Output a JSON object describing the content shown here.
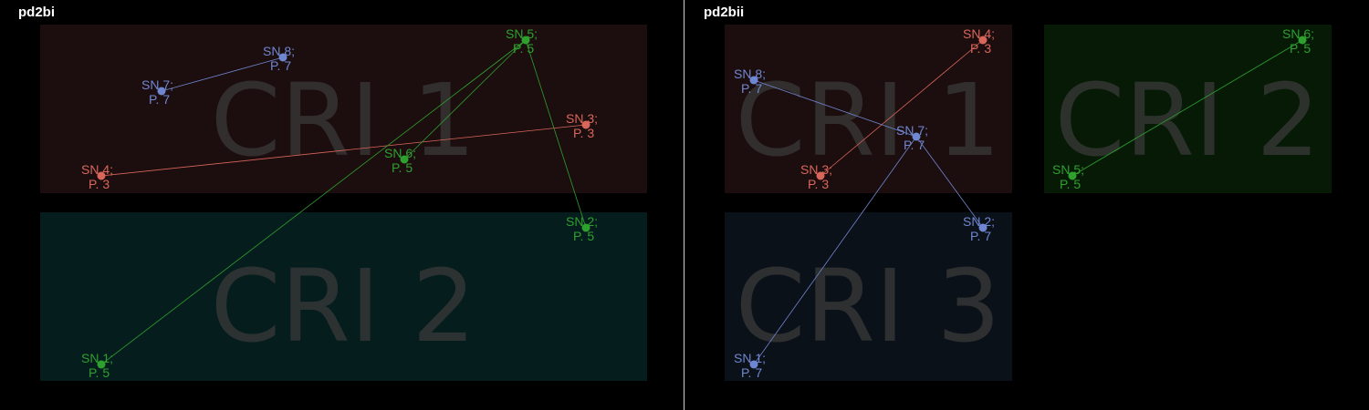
{
  "colors": {
    "red": "#d9665b",
    "blue": "#6f86d0",
    "green": "#2ea02e"
  },
  "panels": [
    {
      "title": "pd2bi",
      "regions": [
        {
          "label": "CRI 1",
          "fill": "#1c0e0e"
        },
        {
          "label": "CRI 2",
          "fill": "#061d1e"
        }
      ],
      "nodes": [
        {
          "id": "SN 7;",
          "p": "P. 7",
          "color": "blue"
        },
        {
          "id": "SN 8;",
          "p": "P. 7",
          "color": "blue"
        },
        {
          "id": "SN 5;",
          "p": "P. 5",
          "color": "green"
        },
        {
          "id": "SN 3;",
          "p": "P. 3",
          "color": "red"
        },
        {
          "id": "SN 6;",
          "p": "P. 5",
          "color": "green"
        },
        {
          "id": "SN 4;",
          "p": "P. 3",
          "color": "red"
        },
        {
          "id": "SN 2;",
          "p": "P. 5",
          "color": "green"
        },
        {
          "id": "SN 1;",
          "p": "P. 5",
          "color": "green"
        }
      ],
      "edges": [
        {
          "from": 0,
          "to": 1,
          "color": "blue"
        },
        {
          "from": 5,
          "to": 3,
          "color": "red"
        },
        {
          "from": 7,
          "to": 2,
          "color": "green"
        },
        {
          "from": 4,
          "to": 2,
          "color": "green"
        },
        {
          "from": 2,
          "to": 6,
          "color": "green"
        }
      ]
    },
    {
      "title": "pd2bii",
      "regions": [
        {
          "label": "CRI 1",
          "fill": "#1c0e0e"
        },
        {
          "label": "CRI 2",
          "fill": "#061a06"
        },
        {
          "label": "CRI 3",
          "fill": "#0b1119"
        }
      ],
      "nodes": [
        {
          "id": "SN 4;",
          "p": "P. 3",
          "color": "red"
        },
        {
          "id": "SN 8;",
          "p": "P. 7",
          "color": "blue"
        },
        {
          "id": "SN 7;",
          "p": "P. 7",
          "color": "blue"
        },
        {
          "id": "SN 3;",
          "p": "P. 3",
          "color": "red"
        },
        {
          "id": "SN 6;",
          "p": "P. 5",
          "color": "green"
        },
        {
          "id": "SN 5;",
          "p": "P. 5",
          "color": "green"
        },
        {
          "id": "SN 2;",
          "p": "P. 7",
          "color": "blue"
        },
        {
          "id": "SN 1;",
          "p": "P. 7",
          "color": "blue"
        }
      ],
      "edges": [
        {
          "from": 3,
          "to": 0,
          "color": "red"
        },
        {
          "from": 1,
          "to": 2,
          "color": "blue"
        },
        {
          "from": 2,
          "to": 6,
          "color": "blue"
        },
        {
          "from": 7,
          "to": 2,
          "color": "blue"
        },
        {
          "from": 5,
          "to": 4,
          "color": "green"
        }
      ]
    }
  ]
}
